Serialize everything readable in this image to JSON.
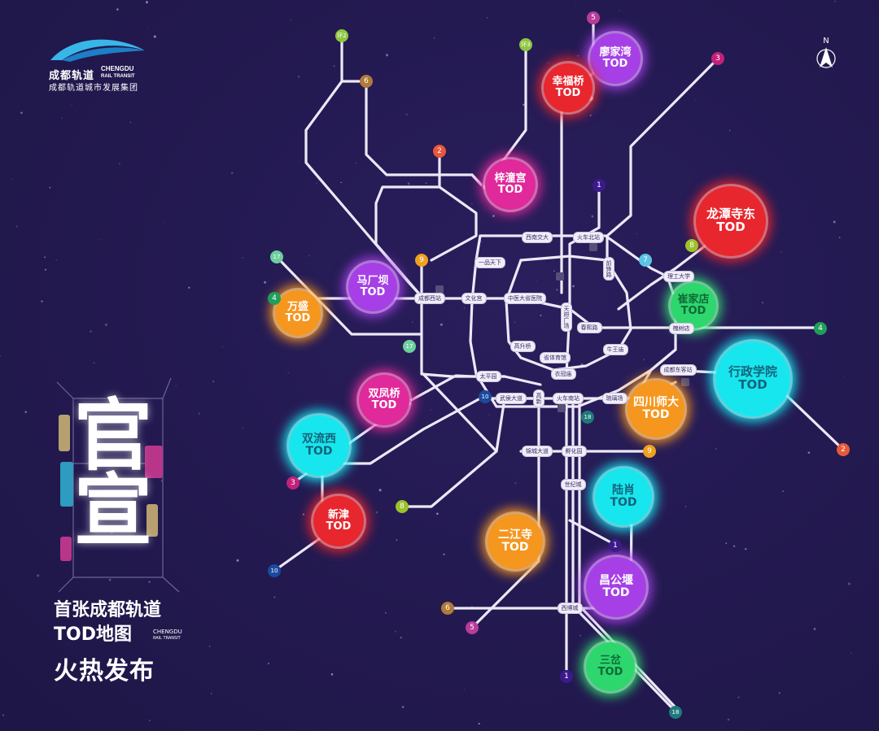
{
  "logo": {
    "brand_cn": "成都轨道",
    "brand_en_line1": "CHENGDU",
    "brand_en_line2": "RAIL TRANSIT",
    "subtitle": "成都轨道城市发展集团"
  },
  "compass": {
    "label": "N"
  },
  "poster": {
    "big_char_1": "官",
    "big_char_2": "宣",
    "line1": "首张成都轨道",
    "line2": "TOD地图",
    "line2_en_1": "CHENGDU",
    "line2_en_2": "RAIL TRANSIT",
    "line3": "火热发布"
  },
  "tod_suffix": "TOD",
  "tods": [
    {
      "name": "廖家湾",
      "color": "#a640e6"
    },
    {
      "name": "幸福桥",
      "color": "#e8262e"
    },
    {
      "name": "梓潼宫",
      "color": "#e0299a"
    },
    {
      "name": "龙潭寺东",
      "color": "#e8262e"
    },
    {
      "name": "马厂坝",
      "color": "#a640e6"
    },
    {
      "name": "万盛",
      "color": "#f5961e"
    },
    {
      "name": "崔家店",
      "color": "#2ed66e"
    },
    {
      "name": "行政学院",
      "color": "#18e6ef"
    },
    {
      "name": "双凤桥",
      "color": "#e0299a"
    },
    {
      "name": "四川师大",
      "color": "#f5961e"
    },
    {
      "name": "双流西",
      "color": "#18e6ef"
    },
    {
      "name": "陆肖",
      "color": "#18e6ef"
    },
    {
      "name": "新津",
      "color": "#e8262e"
    },
    {
      "name": "二江寺",
      "color": "#f5961e"
    },
    {
      "name": "昌公堰",
      "color": "#a640e6"
    },
    {
      "name": "三岔",
      "color": "#2ed66e"
    }
  ],
  "stations": [
    {
      "name": "西南交大"
    },
    {
      "name": "火车北站"
    },
    {
      "name": "一品天下"
    },
    {
      "name": "前锋路"
    },
    {
      "name": "理工大学"
    },
    {
      "name": "成都西站"
    },
    {
      "name": "文化宫"
    },
    {
      "name": "中医大省医院"
    },
    {
      "name": "天府广场"
    },
    {
      "name": "春熙路"
    },
    {
      "name": "槐树店"
    },
    {
      "name": "高升桥"
    },
    {
      "name": "省体育馆"
    },
    {
      "name": "牛王庙"
    },
    {
      "name": "太平园"
    },
    {
      "name": "成都东客站"
    },
    {
      "name": "衣冠庙"
    },
    {
      "name": "武侯大道"
    },
    {
      "name": "火车南站"
    },
    {
      "name": "琉璃场"
    },
    {
      "name": "锦城大道"
    },
    {
      "name": "孵化园"
    },
    {
      "name": "世纪城"
    },
    {
      "name": "西博城"
    },
    {
      "name": "高新"
    }
  ],
  "terminals": [
    {
      "line": "5",
      "color": "#b83c9a"
    },
    {
      "line": "3",
      "color": "#c2227a"
    },
    {
      "line": "环2",
      "color": "#8dc63f"
    },
    {
      "line": "环3",
      "color": "#8dc63f"
    },
    {
      "line": "6",
      "color": "#b07a3a"
    },
    {
      "line": "2",
      "color": "#e8583a"
    },
    {
      "line": "1",
      "color": "#3b1a8c"
    },
    {
      "line": "8",
      "color": "#9cc22b"
    },
    {
      "line": "7",
      "color": "#5bc4e6"
    },
    {
      "line": "17",
      "color": "#6ccf9e"
    },
    {
      "line": "9",
      "color": "#f0a020"
    },
    {
      "line": "4",
      "color": "#1e9e5a"
    },
    {
      "line": "4",
      "color": "#1e9e5a"
    },
    {
      "line": "17",
      "color": "#6ccf9e"
    },
    {
      "line": "10",
      "color": "#1a4a9e"
    },
    {
      "line": "18",
      "color": "#1e7a7a"
    },
    {
      "line": "9",
      "color": "#f0a020"
    },
    {
      "line": "2",
      "color": "#e8583a"
    },
    {
      "line": "3",
      "color": "#c2227a"
    },
    {
      "line": "8",
      "color": "#9cc22b"
    },
    {
      "line": "10",
      "color": "#1a4a9e"
    },
    {
      "line": "1",
      "color": "#3b1a8c"
    },
    {
      "line": "6",
      "color": "#b07a3a"
    },
    {
      "line": "5",
      "color": "#b83c9a"
    },
    {
      "line": "1",
      "color": "#3b1a8c"
    },
    {
      "line": "18",
      "color": "#1e7a7a"
    }
  ]
}
